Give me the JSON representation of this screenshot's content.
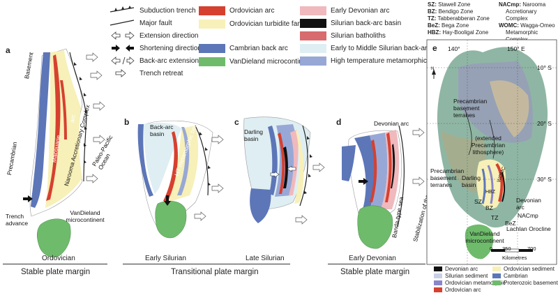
{
  "legend_symbols": [
    {
      "label": "Subduction trench"
    },
    {
      "label": "Major fault"
    },
    {
      "label": "Extension direction"
    },
    {
      "label": "Shortening direction"
    },
    {
      "label": "Back-arc extension"
    },
    {
      "label": "Trench retreat"
    }
  ],
  "legend_units_col1": [
    {
      "label": "Ordovician arc",
      "color": "#d6402f"
    },
    {
      "label": "Ordovician turbidite fan",
      "color": "#f7f0b8"
    },
    {
      "label": "Cambrian back arc",
      "color": "#5c76b8"
    },
    {
      "label": "VanDieland microcontinent",
      "color": "#6fbb6c"
    }
  ],
  "legend_units_col2": [
    {
      "label": "Early Devonian arc",
      "color": "#f0b9bd"
    },
    {
      "label": "Silurian back-arc basin",
      "color": "#111111"
    },
    {
      "label": "Silurian batholiths",
      "color": "#d76b6e"
    },
    {
      "label": "Early to Middle Silurian back-arc basin",
      "color": "#dfeef2"
    },
    {
      "label": "High temperature metamorphic belt",
      "color": "#98a8d6"
    }
  ],
  "panels": {
    "a": {
      "letter": "a",
      "age": "Ordovician",
      "labels": {
        "basement": "Basement",
        "precambrian": "Precambrian",
        "macquarie": "Macquarie",
        "arc": "arc",
        "narooma": "Narooma Accretionary Complex",
        "paleo_pacific": "Paleo-Pacific Ocean",
        "trench_advance": "Trench advance",
        "vandieland": "VanDieland microcontinent"
      }
    },
    "b": {
      "letter": "b",
      "age": "Early Silurian",
      "labels": {
        "backarc": "Back-arc basin",
        "ht_belt": "HT metamorphic belt"
      }
    },
    "c": {
      "letter": "c",
      "age": "Late Silurian",
      "labels": {
        "darling": "Darling basin"
      }
    },
    "d": {
      "letter": "d",
      "age": "Early Devonian",
      "labels": {
        "devonian_arc": "Devonian arc",
        "banda": "Banda-type sea",
        "stabilization": "Stabilization of the convergent margin"
      }
    },
    "e": {
      "letter": "e"
    }
  },
  "margins": {
    "stable1": "Stable plate margin",
    "transitional": "Transitional plate margin",
    "stable2": "Stable plate margin"
  },
  "zone_legend": [
    {
      "abbr": "SZ:",
      "name": "Stawell Zone"
    },
    {
      "abbr": "BZ:",
      "name": "Bendigo Zone"
    },
    {
      "abbr": "TZ:",
      "name": "Tabberabberan Zone"
    },
    {
      "abbr": "BeZ:",
      "name": "Bega Zone"
    },
    {
      "abbr": "HBZ:",
      "name": "Hay-Booligal Zone"
    }
  ],
  "zone_legend_right": [
    {
      "abbr": "NACmp:",
      "name": "Narooma"
    },
    {
      "abbr": "",
      "name": "Accretionary Complex"
    },
    {
      "abbr": "WOMC:",
      "name": "Wagga-Omeo"
    },
    {
      "abbr": "",
      "name": "Metamorphic Complex"
    }
  ],
  "map_e": {
    "lon_labels": [
      "140°",
      "150° E"
    ],
    "lat_labels": [
      "10° S",
      "20° S",
      "30° S"
    ],
    "north": "N",
    "labels": {
      "precambrian_terranes": "Precambrian basement terranes",
      "extended": "(extended Precambrian lithosphere)",
      "precambrian_terranes2": "Precambrian basement terranes",
      "darling": "Darling basin",
      "hbz": "HBZ",
      "womc": "WOMC",
      "sz": "SZ",
      "bz": "BZ",
      "tz": "TZ",
      "bez": "BeZ",
      "nacmp": "NACmp",
      "devonian_arc": "Devonian arc",
      "lachlan": "Lachlan Orocline",
      "vandieland": "VanDieland microcontinent"
    },
    "scale_ticks": [
      "0",
      "350",
      "700"
    ],
    "scale_unit": "Kilometres"
  },
  "bottom_legend_col1": [
    {
      "label": "Devonian arc",
      "color": "#111111"
    },
    {
      "label": "Silurian sediment",
      "color": "#c8d0e6"
    },
    {
      "label": "Ordovician metamorphic",
      "color": "#8a86c8"
    },
    {
      "label": "Ordovician arc",
      "color": "#d6402f"
    }
  ],
  "bottom_legend_col2": [
    {
      "label": "Ordovician sediment",
      "color": "#f7f0b8"
    },
    {
      "label": "Cambrian",
      "color": "#5c76b8"
    },
    {
      "label": "Proterozoic basement",
      "color": "#6fbb6c"
    }
  ]
}
